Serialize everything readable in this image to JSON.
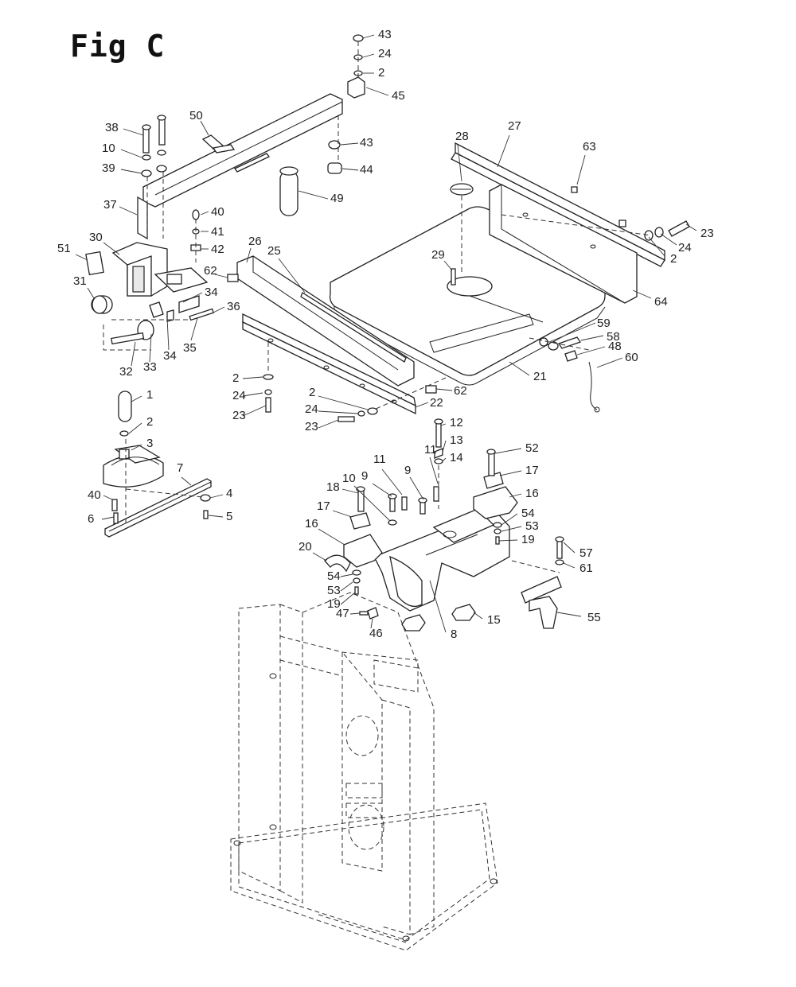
{
  "title": "Fig C",
  "callouts": [
    {
      "id": "c43a",
      "label": "43"
    },
    {
      "id": "c24a",
      "label": "24"
    },
    {
      "id": "c2a",
      "label": "2"
    },
    {
      "id": "c45",
      "label": "45"
    },
    {
      "id": "c43b",
      "label": "43"
    },
    {
      "id": "c44",
      "label": "44"
    },
    {
      "id": "c49",
      "label": "49"
    },
    {
      "id": "c50",
      "label": "50"
    },
    {
      "id": "c38",
      "label": "38"
    },
    {
      "id": "c10a",
      "label": "10"
    },
    {
      "id": "c39",
      "label": "39"
    },
    {
      "id": "c37",
      "label": "37"
    },
    {
      "id": "c40a",
      "label": "40"
    },
    {
      "id": "c41",
      "label": "41"
    },
    {
      "id": "c42",
      "label": "42"
    },
    {
      "id": "c51",
      "label": "51"
    },
    {
      "id": "c30",
      "label": "30"
    },
    {
      "id": "c31",
      "label": "31"
    },
    {
      "id": "c26",
      "label": "26"
    },
    {
      "id": "c25",
      "label": "25"
    },
    {
      "id": "c62a",
      "label": "62"
    },
    {
      "id": "c34a",
      "label": "34"
    },
    {
      "id": "c36",
      "label": "36"
    },
    {
      "id": "c34b",
      "label": "34"
    },
    {
      "id": "c35",
      "label": "35"
    },
    {
      "id": "c32",
      "label": "32"
    },
    {
      "id": "c33",
      "label": "33"
    },
    {
      "id": "c28",
      "label": "28"
    },
    {
      "id": "c27",
      "label": "27"
    },
    {
      "id": "c63",
      "label": "63"
    },
    {
      "id": "c23a",
      "label": "23"
    },
    {
      "id": "c24b",
      "label": "24"
    },
    {
      "id": "c2b",
      "label": "2"
    },
    {
      "id": "c64",
      "label": "64"
    },
    {
      "id": "c29",
      "label": "29"
    },
    {
      "id": "c59",
      "label": "59"
    },
    {
      "id": "c58",
      "label": "58"
    },
    {
      "id": "c48",
      "label": "48"
    },
    {
      "id": "c60",
      "label": "60"
    },
    {
      "id": "c21",
      "label": "21"
    },
    {
      "id": "c2c",
      "label": "2"
    },
    {
      "id": "c24c",
      "label": "24"
    },
    {
      "id": "c23b",
      "label": "23"
    },
    {
      "id": "c2d",
      "label": "2"
    },
    {
      "id": "c24d",
      "label": "24"
    },
    {
      "id": "c23c",
      "label": "23"
    },
    {
      "id": "c62b",
      "label": "62"
    },
    {
      "id": "c22",
      "label": "22"
    },
    {
      "id": "c12",
      "label": "12"
    },
    {
      "id": "c13",
      "label": "13"
    },
    {
      "id": "c14",
      "label": "14"
    },
    {
      "id": "c1",
      "label": "1"
    },
    {
      "id": "c2e",
      "label": "2"
    },
    {
      "id": "c3",
      "label": "3"
    },
    {
      "id": "c7",
      "label": "7"
    },
    {
      "id": "c4",
      "label": "4"
    },
    {
      "id": "c40b",
      "label": "40"
    },
    {
      "id": "c6",
      "label": "6"
    },
    {
      "id": "c5",
      "label": "5"
    },
    {
      "id": "c52",
      "label": "52"
    },
    {
      "id": "c17a",
      "label": "17"
    },
    {
      "id": "c16a",
      "label": "16"
    },
    {
      "id": "c54a",
      "label": "54"
    },
    {
      "id": "c53a",
      "label": "53"
    },
    {
      "id": "c19a",
      "label": "19"
    },
    {
      "id": "c11a",
      "label": "11"
    },
    {
      "id": "c9a",
      "label": "9"
    },
    {
      "id": "c11b",
      "label": "11"
    },
    {
      "id": "c9b",
      "label": "9"
    },
    {
      "id": "c10b",
      "label": "10"
    },
    {
      "id": "c18",
      "label": "18"
    },
    {
      "id": "c17b",
      "label": "17"
    },
    {
      "id": "c16b",
      "label": "16"
    },
    {
      "id": "c20",
      "label": "20"
    },
    {
      "id": "c54b",
      "label": "54"
    },
    {
      "id": "c53b",
      "label": "53"
    },
    {
      "id": "c19b",
      "label": "19"
    },
    {
      "id": "c47",
      "label": "47"
    },
    {
      "id": "c46",
      "label": "46"
    },
    {
      "id": "c8",
      "label": "8"
    },
    {
      "id": "c15",
      "label": "15"
    },
    {
      "id": "c57",
      "label": "57"
    },
    {
      "id": "c61",
      "label": "61"
    },
    {
      "id": "c55",
      "label": "55"
    }
  ]
}
